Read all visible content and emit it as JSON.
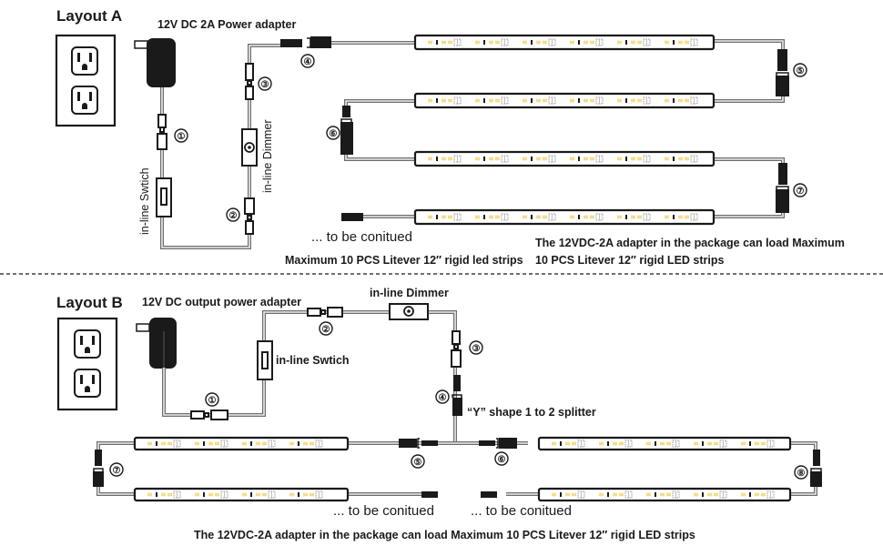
{
  "layout_a": {
    "title": "Layout A",
    "adapter_label": "12V DC 2A Power adapter",
    "switch_label": "in-line Swtich",
    "dimmer_label": "in-line Dimmer",
    "continued_label": "... to be conitued",
    "max_strips_label": "Maximum 10 PCS Litever 12″ rigid led strips",
    "note_line1": "The 12VDC-2A adapter in the package can load Maximum",
    "note_line2": "10 PCS Litever 12″ rigid LED strips",
    "connector_numbers": [
      "①",
      "②",
      "③",
      "④",
      "⑤",
      "⑥",
      "⑦"
    ],
    "strip_count": 4
  },
  "layout_b": {
    "title": "Layout B",
    "adapter_label": "12V DC output power adapter",
    "switch_label": "in-line Swtich",
    "dimmer_label": "in-line Dimmer",
    "splitter_label": "“Y” shape 1 to 2 splitter",
    "continued_left": "... to be conitued",
    "continued_right": "... to be conitued",
    "note": "The 12VDC-2A adapter in the package can load Maximum 10 PCS Litever 12″ rigid LED strips",
    "connector_numbers": [
      "①",
      "②",
      "③",
      "④",
      "⑤",
      "⑥",
      "⑦",
      "⑧"
    ],
    "strip_count": 4
  },
  "colors": {
    "led": "#f7dc8a",
    "outline": "#1a1a1a",
    "wire": "#6e6e6e"
  },
  "icons": {
    "outlet": "wall-outlet-icon",
    "adapter": "power-adapter-icon",
    "switch": "inline-switch-icon",
    "dimmer": "inline-dimmer-icon",
    "connector": "dc-connector-icon",
    "strip": "led-strip-icon"
  }
}
